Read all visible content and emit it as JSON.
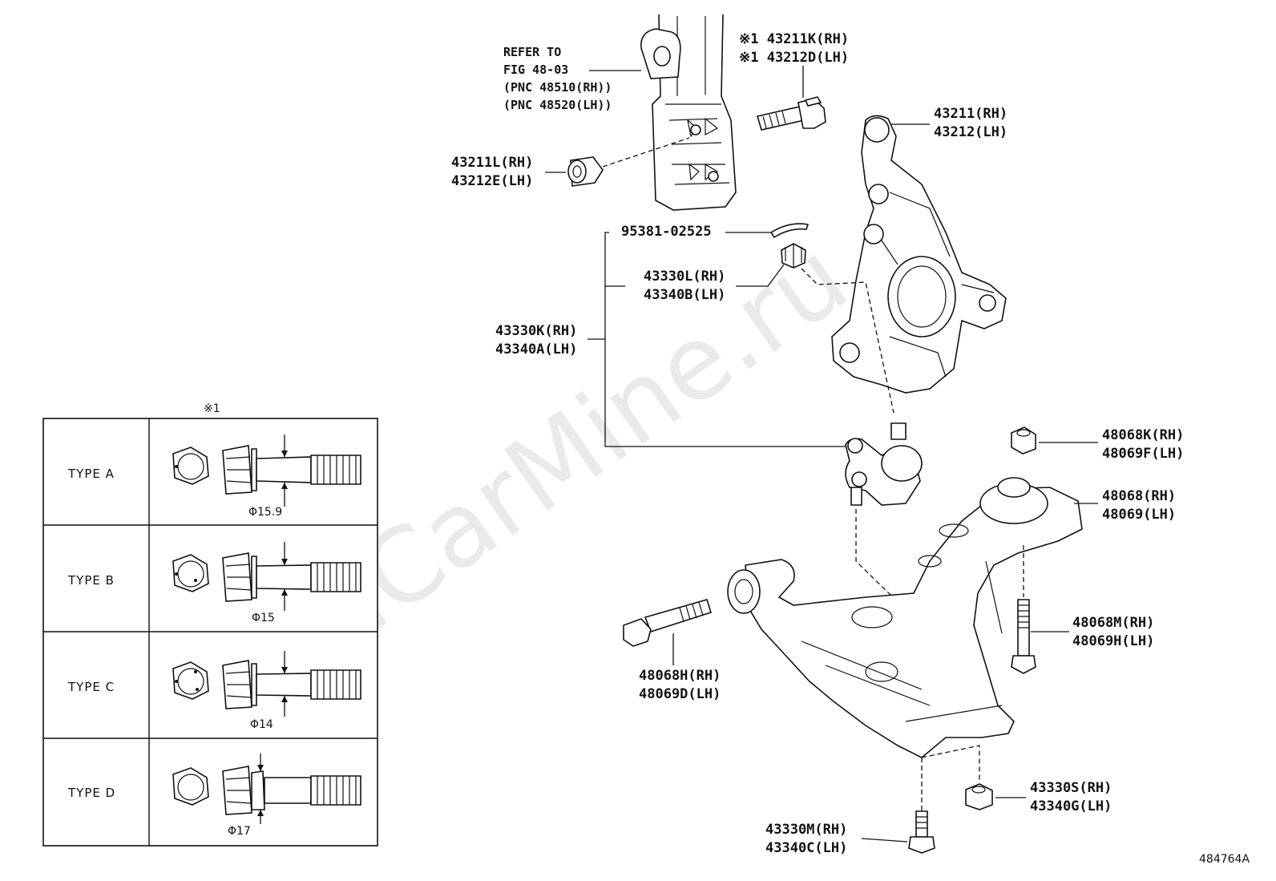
{
  "watermark": "ToyotaCarMine.ru",
  "diagram_id": "484764A",
  "callouts": {
    "strut_ref": [
      "REFER TO",
      "FIG 48-03",
      "(PNC 48510(RH))",
      "(PNC 48520(LH))"
    ],
    "bolt_k": [
      "※1 43211K(RH)",
      "※1 43212D(LH)"
    ],
    "knuckle": [
      "43211(RH)",
      "43212(LH)"
    ],
    "bushing": [
      "43211L(RH)",
      "43212E(LH)"
    ],
    "cotter_pin": "95381-02525",
    "ball_nut": [
      "43330L(RH)",
      "43340B(LH)"
    ],
    "ball_joint": [
      "43330K(RH)",
      "43340A(LH)"
    ],
    "arm_nut": [
      "48068K(RH)",
      "48069F(LH)"
    ],
    "lower_arm": [
      "48068(RH)",
      "48069(LH)"
    ],
    "arm_bolt_m": [
      "48068M(RH)",
      "48069H(LH)"
    ],
    "arm_bolt_h": [
      "48068H(RH)",
      "48069D(LH)"
    ],
    "nut_s": [
      "43330S(RH)",
      "43340G(LH)"
    ],
    "bolt_m": [
      "43330M(RH)",
      "43340C(LH)"
    ]
  },
  "bolt_table": {
    "note": "※1",
    "rows": [
      {
        "type": "TYPE  A",
        "diameter": "Φ15.9"
      },
      {
        "type": "TYPE  B",
        "diameter": "Φ15"
      },
      {
        "type": "TYPE  C",
        "diameter": "Φ14"
      },
      {
        "type": "TYPE  D",
        "diameter": "Φ17"
      }
    ]
  }
}
